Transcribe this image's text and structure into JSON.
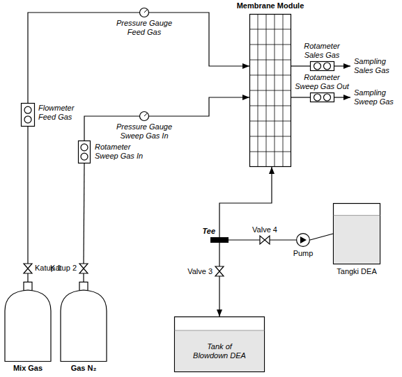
{
  "diagram": {
    "nodes": [
      {
        "text": [
          "Pressure Gauge Feed Gas"
        ]
      },
      {
        "text": [
          "Membrane Module"
        ]
      },
      {
        "text": [
          "Flowmeter Feed Gas"
        ]
      },
      {
        "text": [
          "Pressure Gauge Sweep Gas In"
        ]
      },
      {
        "text": [
          "Rotameter Sales Gas"
        ]
      },
      {
        "text": [
          "Rotameter Sweep Gas Out"
        ]
      },
      {
        "text": [
          "Rotameter Sweep Gas In"
        ]
      },
      {
        "text": [
          "Katup 1"
        ]
      },
      {
        "text": [
          "Katup 2"
        ]
      },
      {
        "text": [
          "Tee"
        ]
      },
      {
        "text": [
          "Valve 4"
        ]
      },
      {
        "text": [
          "Pump"
        ]
      },
      {
        "text": [
          "Tangki DEA"
        ]
      },
      {
        "text": [
          "Valve 3"
        ]
      },
      {
        "text": [
          "Tank of Blowdown DEA"
        ]
      },
      {
        "text": [
          "Mix Gas"
        ]
      },
      {
        "text": [
          "Gas N₂"
        ]
      }
    ],
    "edges": [
      {
        "from": 15,
        "to": 7,
        "arrow": "none"
      },
      {
        "from": 7,
        "to": 2,
        "arrow": "none"
      },
      {
        "from": 2,
        "to": 0,
        "arrow": "none"
      },
      {
        "from": 0,
        "to": 1,
        "arrow": "to"
      },
      {
        "from": 16,
        "to": 8,
        "arrow": "none"
      },
      {
        "from": 8,
        "to": 6,
        "arrow": "none"
      },
      {
        "from": 6,
        "to": 3,
        "arrow": "none"
      },
      {
        "from": 3,
        "to": 1,
        "arrow": "to"
      },
      {
        "from": 1,
        "to": 4,
        "arrow": "none"
      },
      {
        "from": 1,
        "to": 5,
        "arrow": "none"
      },
      {
        "from": 12,
        "to": 11,
        "arrow": "none"
      },
      {
        "from": 11,
        "to": 10,
        "arrow": "none"
      },
      {
        "from": 10,
        "to": 9,
        "arrow": "none"
      },
      {
        "from": 9,
        "to": 1,
        "arrow": "to"
      },
      {
        "from": 9,
        "to": 13,
        "arrow": "none"
      },
      {
        "from": 13,
        "to": 14,
        "arrow": "to"
      }
    ],
    "labels": [
      "Sampling Sales Gas",
      "Sampling Sweep Gas"
    ]
  }
}
